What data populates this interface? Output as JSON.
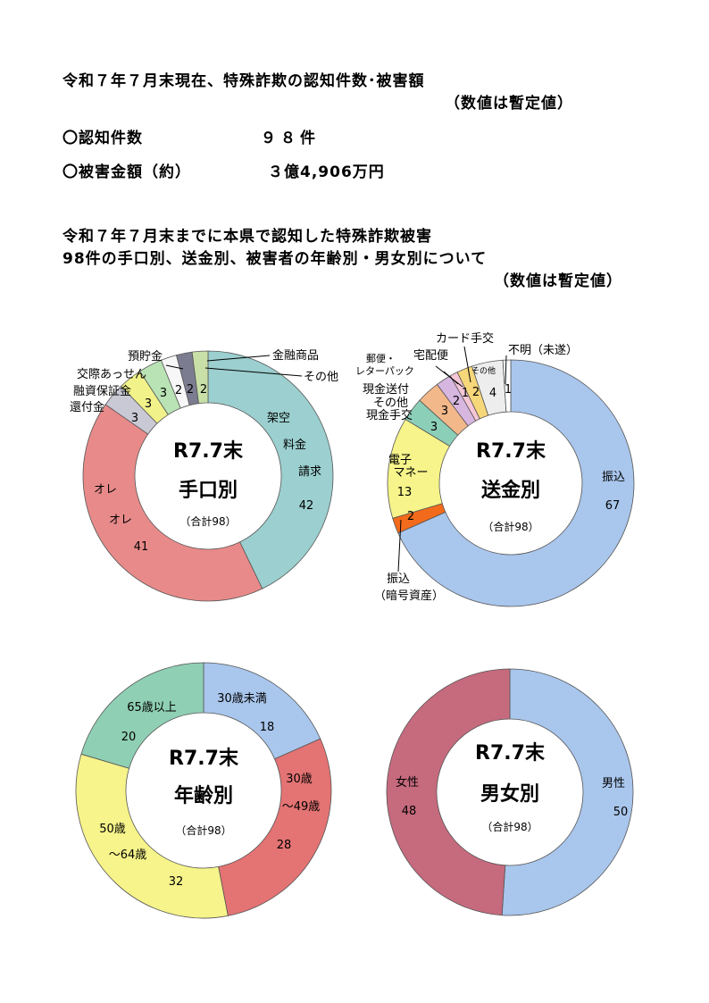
{
  "header": {
    "title": "令和７年７月末現在、特殊詐欺の認知件数･被害額",
    "note": "（数値は暫定値）",
    "count_label": "〇認知件数",
    "count_value": "９８件",
    "amount_label": "〇被害金額（約）",
    "amount_value": "３億4,906万円"
  },
  "section": {
    "title_line1": "令和７年７月末までに本県で認知した特殊詐欺被害",
    "title_line2": "98件の手口別、送金別、被害者の年齢別・男女別について",
    "note": "（数値は暫定値）"
  },
  "chart_data": [
    {
      "type": "pie",
      "title": "R7.7末",
      "subtitle": "手口別",
      "total_label": "（合計98）",
      "slices": [
        {
          "name": "架空料金請求",
          "value": 42,
          "color": "#9ccfcf"
        },
        {
          "name": "オレオレ",
          "value": 41,
          "color": "#e88a8a"
        },
        {
          "name": "還付金",
          "value": 3,
          "color": "#c9c9d6"
        },
        {
          "name": "融資保証金",
          "value": 3,
          "color": "#f2f28a"
        },
        {
          "name": "交際あっせん",
          "value": 3,
          "color": "#b9e3b4"
        },
        {
          "name": "預貯金",
          "value": 2,
          "color": "#f7f7f7"
        },
        {
          "name": "金融商品",
          "value": 2,
          "color": "#7c7c90"
        },
        {
          "name": "その他",
          "value": 2,
          "color": "#c8e0a8"
        }
      ]
    },
    {
      "type": "pie",
      "title": "R7.7末",
      "subtitle": "送金別",
      "total_label": "（合計98）",
      "slices": [
        {
          "name": "振込",
          "value": 67,
          "color": "#a9c6ec"
        },
        {
          "name": "振込（暗号資産）",
          "value": 2,
          "color": "#f26a1b"
        },
        {
          "name": "電子マネー",
          "value": 13,
          "color": "#f6f48a"
        },
        {
          "name": "現金手交",
          "value": 3,
          "color": "#8ccfb8"
        },
        {
          "name": "現金送付その他",
          "value": 3,
          "color": "#f2b88a"
        },
        {
          "name": "郵便・レターパック",
          "value": 2,
          "color": "#d7b6e0"
        },
        {
          "name": "宅配便",
          "value": 1,
          "color": "#f6c6d6"
        },
        {
          "name": "カード手交",
          "value": 2,
          "color": "#f6d77a"
        },
        {
          "name": "その他",
          "value": 4,
          "color": "#ededed"
        },
        {
          "name": "不明（未遂）",
          "value": 1,
          "color": "#ffffff"
        }
      ]
    },
    {
      "type": "pie",
      "title": "R7.7末",
      "subtitle": "年齢別",
      "total_label": "（合計98）",
      "slices": [
        {
          "name": "30歳未満",
          "value": 18,
          "color": "#a9c6ec"
        },
        {
          "name": "30歳～49歳",
          "value": 28,
          "color": "#e47373"
        },
        {
          "name": "50歳～64歳",
          "value": 32,
          "color": "#f6f48a"
        },
        {
          "name": "65歳以上",
          "value": 20,
          "color": "#8fcfb4"
        }
      ]
    },
    {
      "type": "pie",
      "title": "R7.7末",
      "subtitle": "男女別",
      "total_label": "（合計98）",
      "slices": [
        {
          "name": "男性",
          "value": 50,
          "color": "#a9c6ec"
        },
        {
          "name": "女性",
          "value": 48,
          "color": "#c66a7e"
        }
      ]
    }
  ],
  "labels": {
    "c1": {
      "kaku1": "架空",
      "kaku2": "料金",
      "kaku3": "請求",
      "kaku_v": "42",
      "ore1": "オレ",
      "ore2": "オレ",
      "ore_v": "41",
      "kanpu": "還付金",
      "kanpu_v": "3",
      "yuushi": "融資保証金",
      "yuushi_v": "3",
      "kousai": "交際あっせん",
      "kousai_v": "3",
      "yochokin": "預貯金",
      "yochokin_v": "2",
      "kinyu": "金融商品",
      "kinyu_v": "2",
      "sonota": "その他",
      "sonota_v": "2"
    },
    "c2": {
      "furikomi": "振込",
      "furikomi_v": "67",
      "ango1": "振込",
      "ango2": "（暗号資産）",
      "ango_v": "2",
      "denshi1": "電子",
      "denshi2": "マネー",
      "denshi_v": "13",
      "genkin_te": "現金手交",
      "genkin_te_v": "3",
      "genkin_so1": "現金送付",
      "genkin_so2": "その他",
      "genkin_so_v": "3",
      "yubin1": "郵便・",
      "yubin2": "レターパック",
      "yubin_v": "2",
      "takuhai": "宅配便",
      "takuhai_v": "1",
      "card": "カード手交",
      "card_v": "2",
      "sonota": "その他",
      "sonota_v": "4",
      "fumei": "不明（未遂）",
      "fumei_v": "1"
    },
    "c3": {
      "u30": "30歳未満",
      "u30_v": "18",
      "a30_1": "30歳",
      "a30_2": "～49歳",
      "a30_v": "28",
      "a50_1": "50歳",
      "a50_2": "～64歳",
      "a50_v": "32",
      "o65": "65歳以上",
      "o65_v": "20"
    },
    "c4": {
      "male": "男性",
      "male_v": "50",
      "female": "女性",
      "female_v": "48"
    }
  }
}
